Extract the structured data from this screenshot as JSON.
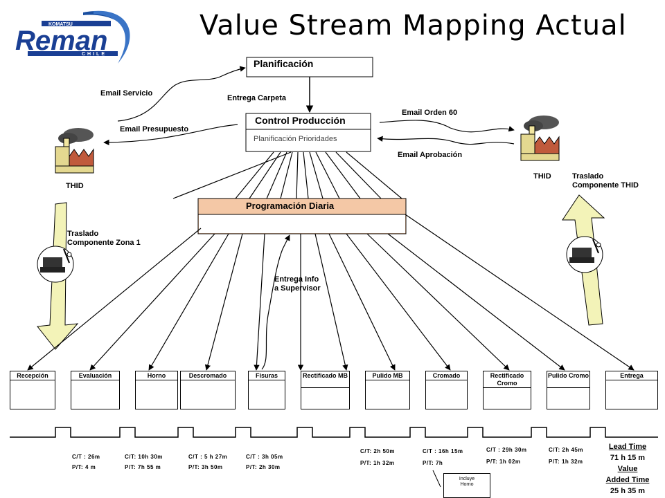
{
  "title": "Value Stream Mapping Actual",
  "logo": {
    "top": "KOMATSU",
    "main": "Reman",
    "sub": "CHILE"
  },
  "planificacion": {
    "label": "Planificación"
  },
  "control": {
    "label": "Control Producción",
    "sub": "Planificación Prioridades"
  },
  "programacion": {
    "label": "Programación Diaria"
  },
  "suppliers": {
    "left_label": "THID",
    "right_label": "THID"
  },
  "flows": {
    "email_servicio": "Email Servicio",
    "entrega_carpeta": "Entrega Carpeta",
    "email_presupuesto": "Email Presupuesto",
    "email_orden": "Email Orden 60",
    "email_aprobacion": "Email Aprobación",
    "traslado_zona_1": "Traslado",
    "traslado_zona_2": "Componente Zona 1",
    "traslado_thid_1": "Traslado",
    "traslado_thid_2": "Componente THID",
    "entrega_info_1": "Entrega Info",
    "entrega_info_2": "a Supervisor"
  },
  "processes": [
    {
      "name": "Recepción"
    },
    {
      "name": "Evaluación"
    },
    {
      "name": "Horno"
    },
    {
      "name": "Descromado"
    },
    {
      "name": "Fisuras"
    },
    {
      "name": "Rectificado MB"
    },
    {
      "name": "Pulido MB"
    },
    {
      "name": "Cromado"
    },
    {
      "name": "Rectificado Cromo"
    },
    {
      "name": "Pulido Cromo"
    },
    {
      "name": "Entrega"
    }
  ],
  "metrics": [
    {
      "ct": "C/T : 26m",
      "pt": "P/T: 4 m"
    },
    {
      "ct": "C/T: 10h 30m",
      "pt": "P/T: 7h 55 m"
    },
    {
      "ct": "C/T : 5 h 27m",
      "pt": "P/T: 3h 50m"
    },
    {
      "ct": "C/T : 3h 05m",
      "pt": "P/T: 2h 30m"
    },
    {
      "ct": "C/T: 2h 50m",
      "pt": "P/T: 1h 32m"
    },
    {
      "ct": "C/T : 16h 15m",
      "pt": "P/T: 7h"
    },
    {
      "ct": "C/T : 29h 30m",
      "pt": "P/T: 1h 02m"
    },
    {
      "ct": "C/T: 2h 45m",
      "pt": "P/T: 1h 32m"
    }
  ],
  "lead_time": {
    "label": "Lead Time",
    "value": "71 h 15 m"
  },
  "value_added": {
    "label1": "Value",
    "label2": "Added Time",
    "value": "25 h 35 m"
  },
  "note": {
    "line1": "Incluye",
    "line2": "Horno"
  }
}
